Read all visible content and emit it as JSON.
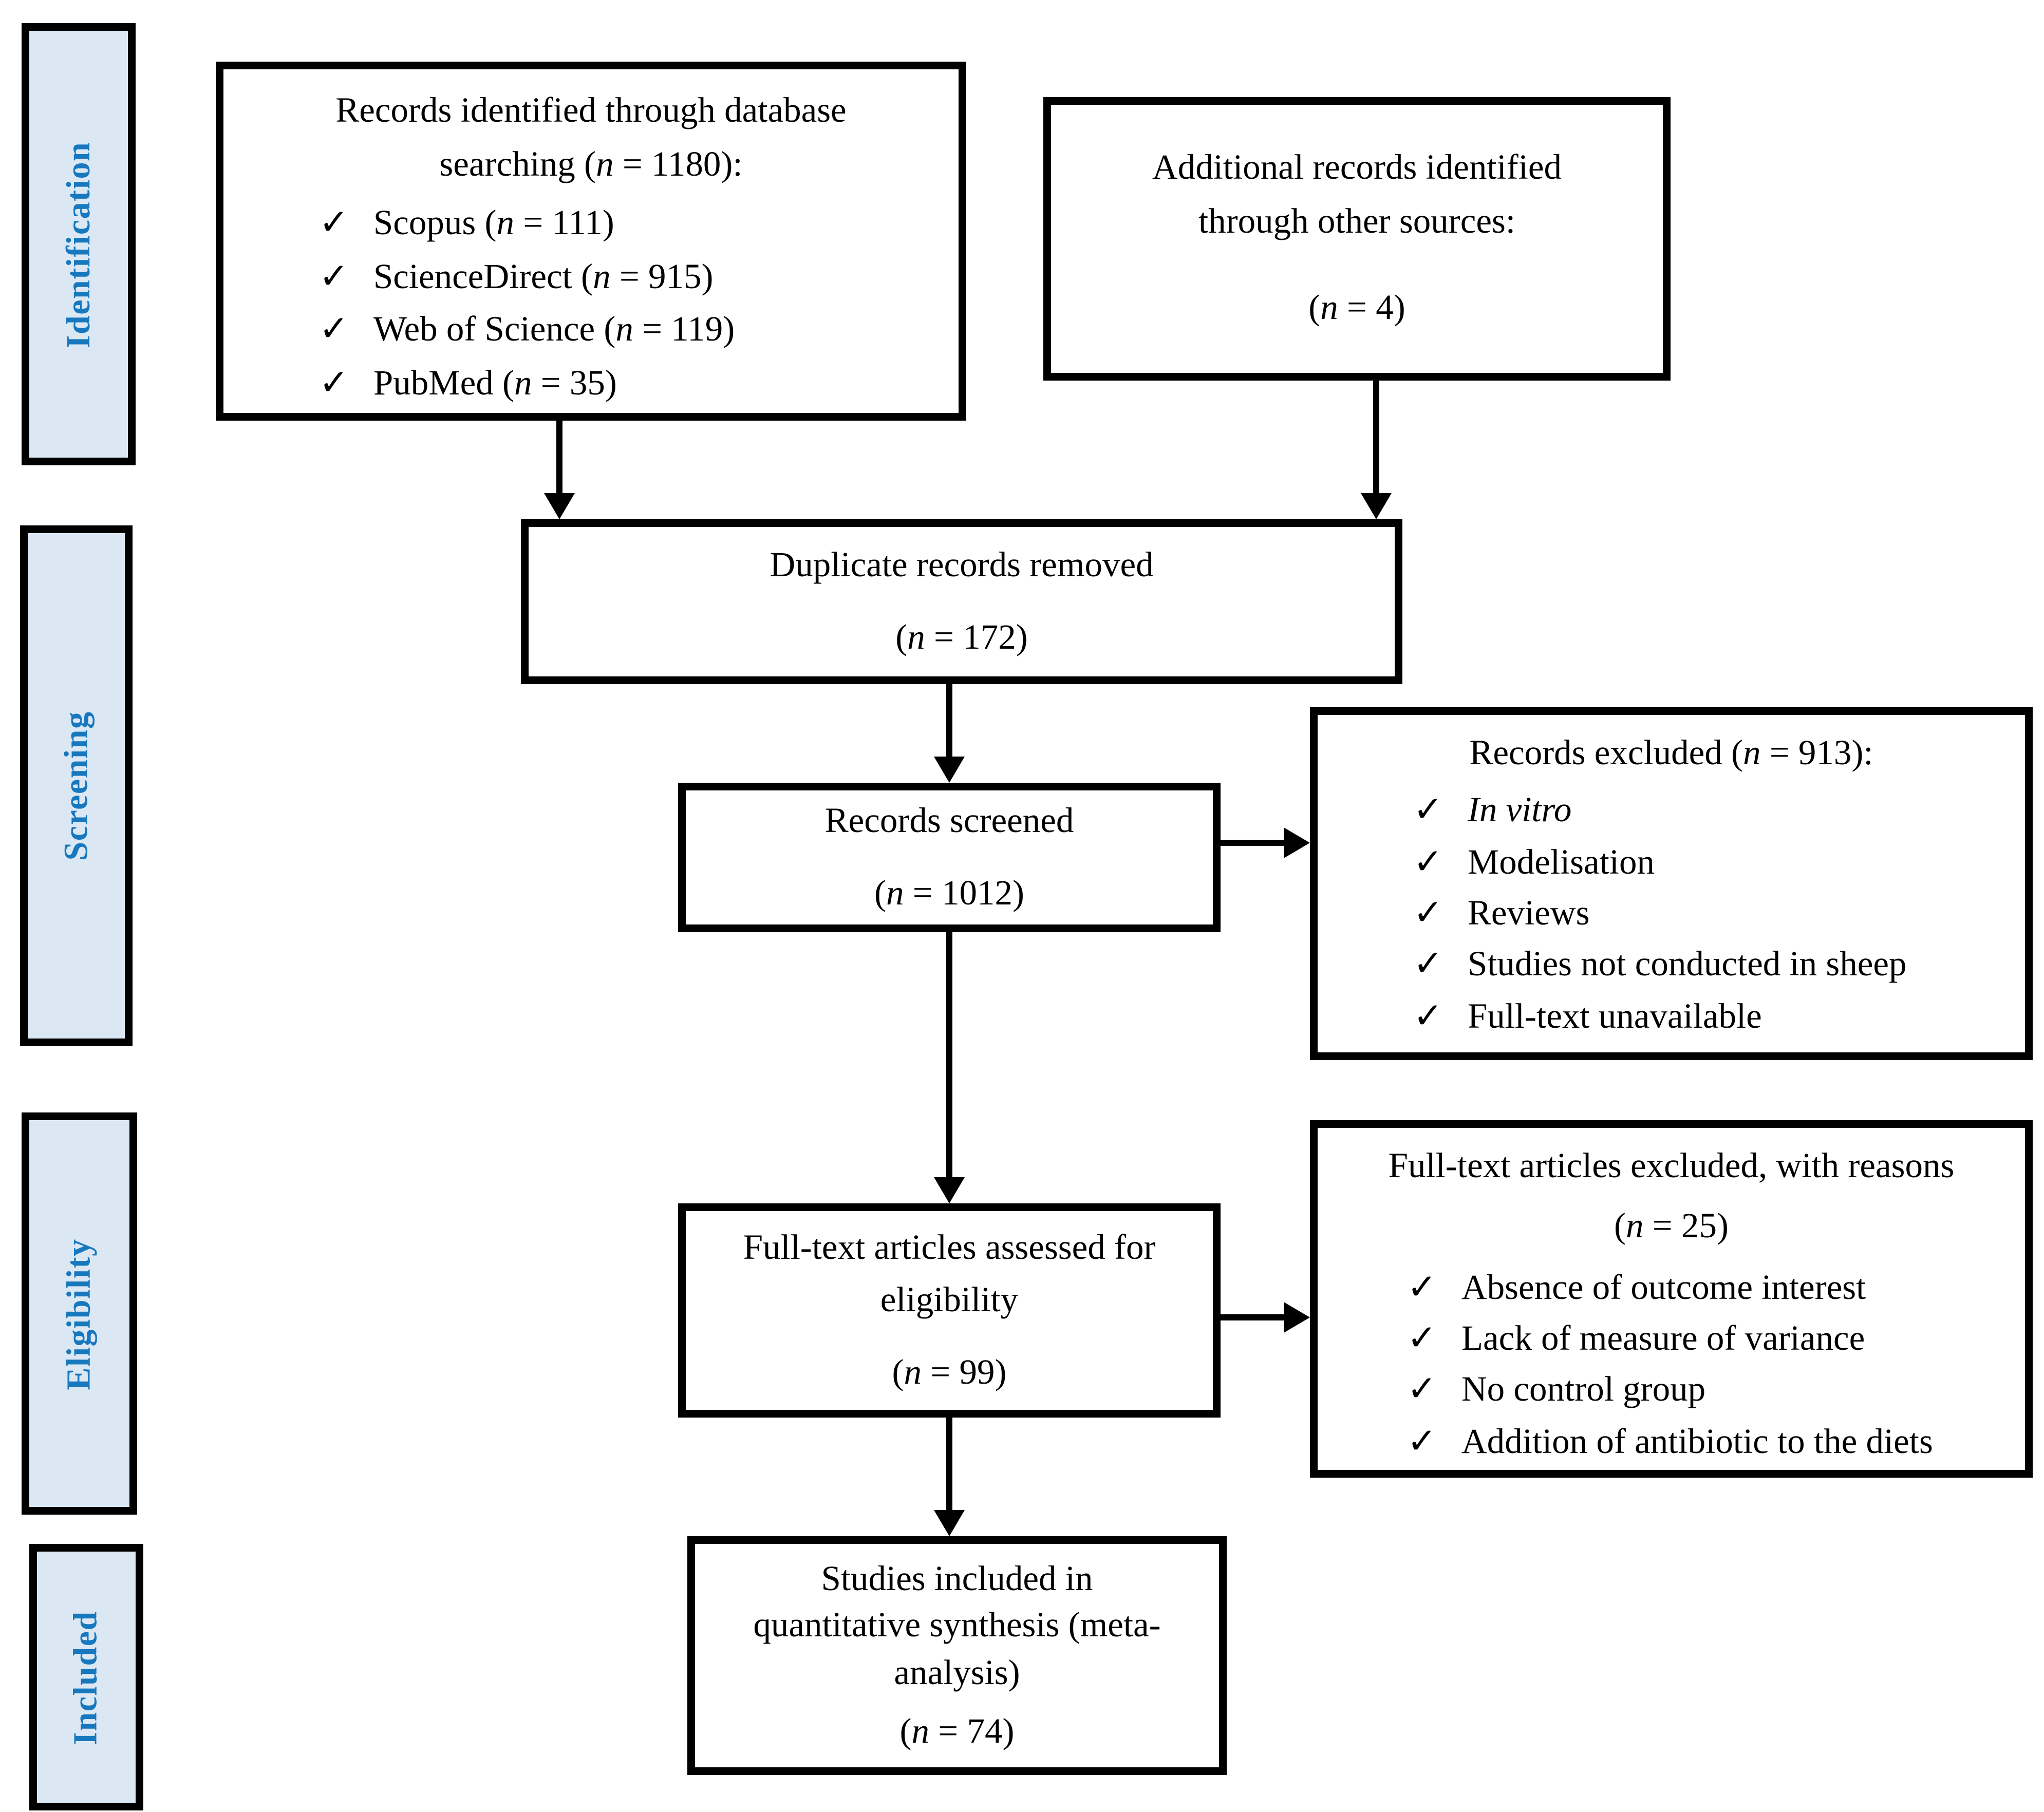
{
  "palette": {
    "stage_text": "#1878be",
    "stage_bg": "#dbe8f4",
    "line": "#000000"
  },
  "icons": {
    "check": "✓"
  },
  "stages": [
    {
      "label": "Identification"
    },
    {
      "label": "Screening"
    },
    {
      "label": "Eligibility"
    },
    {
      "label": "Included"
    }
  ],
  "boxes": {
    "identified": {
      "title_lines": [
        "Records identified through database",
        "searching (n = 1180):"
      ],
      "items": [
        {
          "text": "Scopus (n = 111)"
        },
        {
          "text": "ScienceDirect (n = 915)"
        },
        {
          "text": "Web of Science (n = 119)"
        },
        {
          "text": "PubMed (n = 35)"
        }
      ]
    },
    "additional": {
      "title_lines": [
        "Additional records identified",
        "through other sources:"
      ],
      "count": "(n = 4)"
    },
    "duplicates": {
      "title": "Duplicate records removed",
      "count": "(n = 172)"
    },
    "screened": {
      "title": "Records screened",
      "count": "(n = 1012)"
    },
    "excluded_records": {
      "title": "Records excluded (n = 913):",
      "items": [
        {
          "text": "In vitro",
          "em": "true"
        },
        {
          "text": "Modelisation"
        },
        {
          "text": "Reviews"
        },
        {
          "text": "Studies not conducted in sheep"
        },
        {
          "text": "Full-text unavailable"
        }
      ]
    },
    "fulltext": {
      "title_lines": [
        "Full-text articles assessed for",
        "eligibility"
      ],
      "count": "(n = 99)"
    },
    "excluded_fulltext": {
      "title": "Full-text articles excluded, with reasons",
      "count": "(n = 25)",
      "items": [
        {
          "text": "Absence of outcome interest"
        },
        {
          "text": "Lack of measure of variance"
        },
        {
          "text": "No control group"
        },
        {
          "text": "Addition of antibiotic to the diets"
        }
      ]
    },
    "included": {
      "title_lines": [
        "Studies included in",
        "quantitative synthesis (meta-",
        "analysis)"
      ],
      "count": "(n = 74)"
    }
  }
}
